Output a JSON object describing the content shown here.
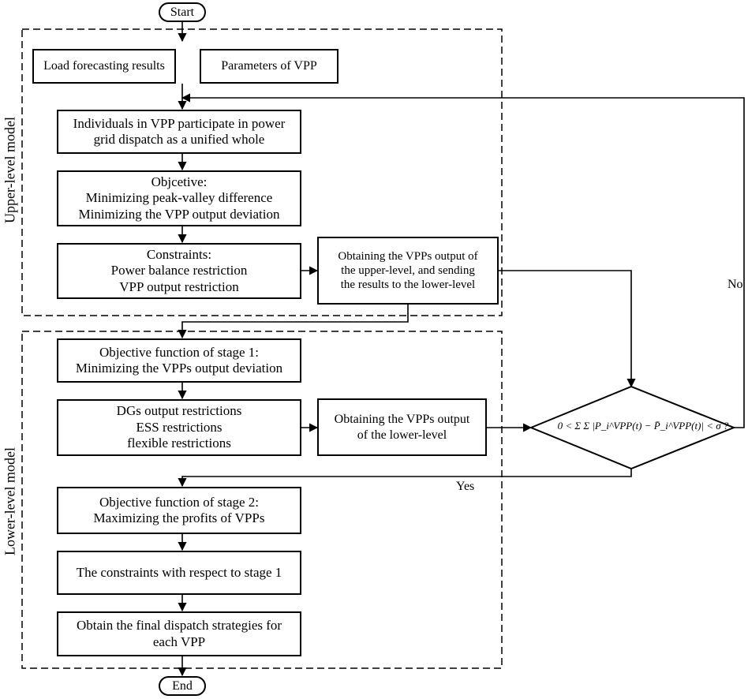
{
  "start": "Start",
  "end": "End",
  "upper_label": "Upper-level model",
  "lower_label": "Lower-level model",
  "load": "Load forecasting results",
  "params": "Parameters of VPP",
  "individuals": [
    "Individuals in VPP participate in power",
    "grid dispatch as a unified whole"
  ],
  "objective": [
    "Objcetive:",
    "Minimizing peak-valley difference",
    "Minimizing the VPP output deviation"
  ],
  "constraints": [
    "Constraints:",
    "Power balance restriction",
    "VPP output restriction"
  ],
  "obtain_upper": [
    "Obtaining the VPPs output of",
    "the upper-level, and sending",
    "the results to the lower-level"
  ],
  "stage1": [
    "Objective function of stage 1:",
    "Minimizing the VPPs output deviation"
  ],
  "restrictions": [
    "DGs output restrictions",
    "ESS restrictions",
    "flexible restrictions"
  ],
  "obtain_lower": [
    "Obtaining the VPPs output",
    "of the lower-level"
  ],
  "condition": "0 < Σ Σ |P_i^VPP(t) − P̄_i^VPP(t)| < σ ?",
  "stage2": [
    "Objective function of stage 2:",
    "Maximizing the profits of VPPs"
  ],
  "stage1_constraints": "The constraints with respect to stage 1",
  "final": [
    "Obtain the final dispatch strategies for",
    "each VPP"
  ],
  "no": "No",
  "yes": "Yes"
}
